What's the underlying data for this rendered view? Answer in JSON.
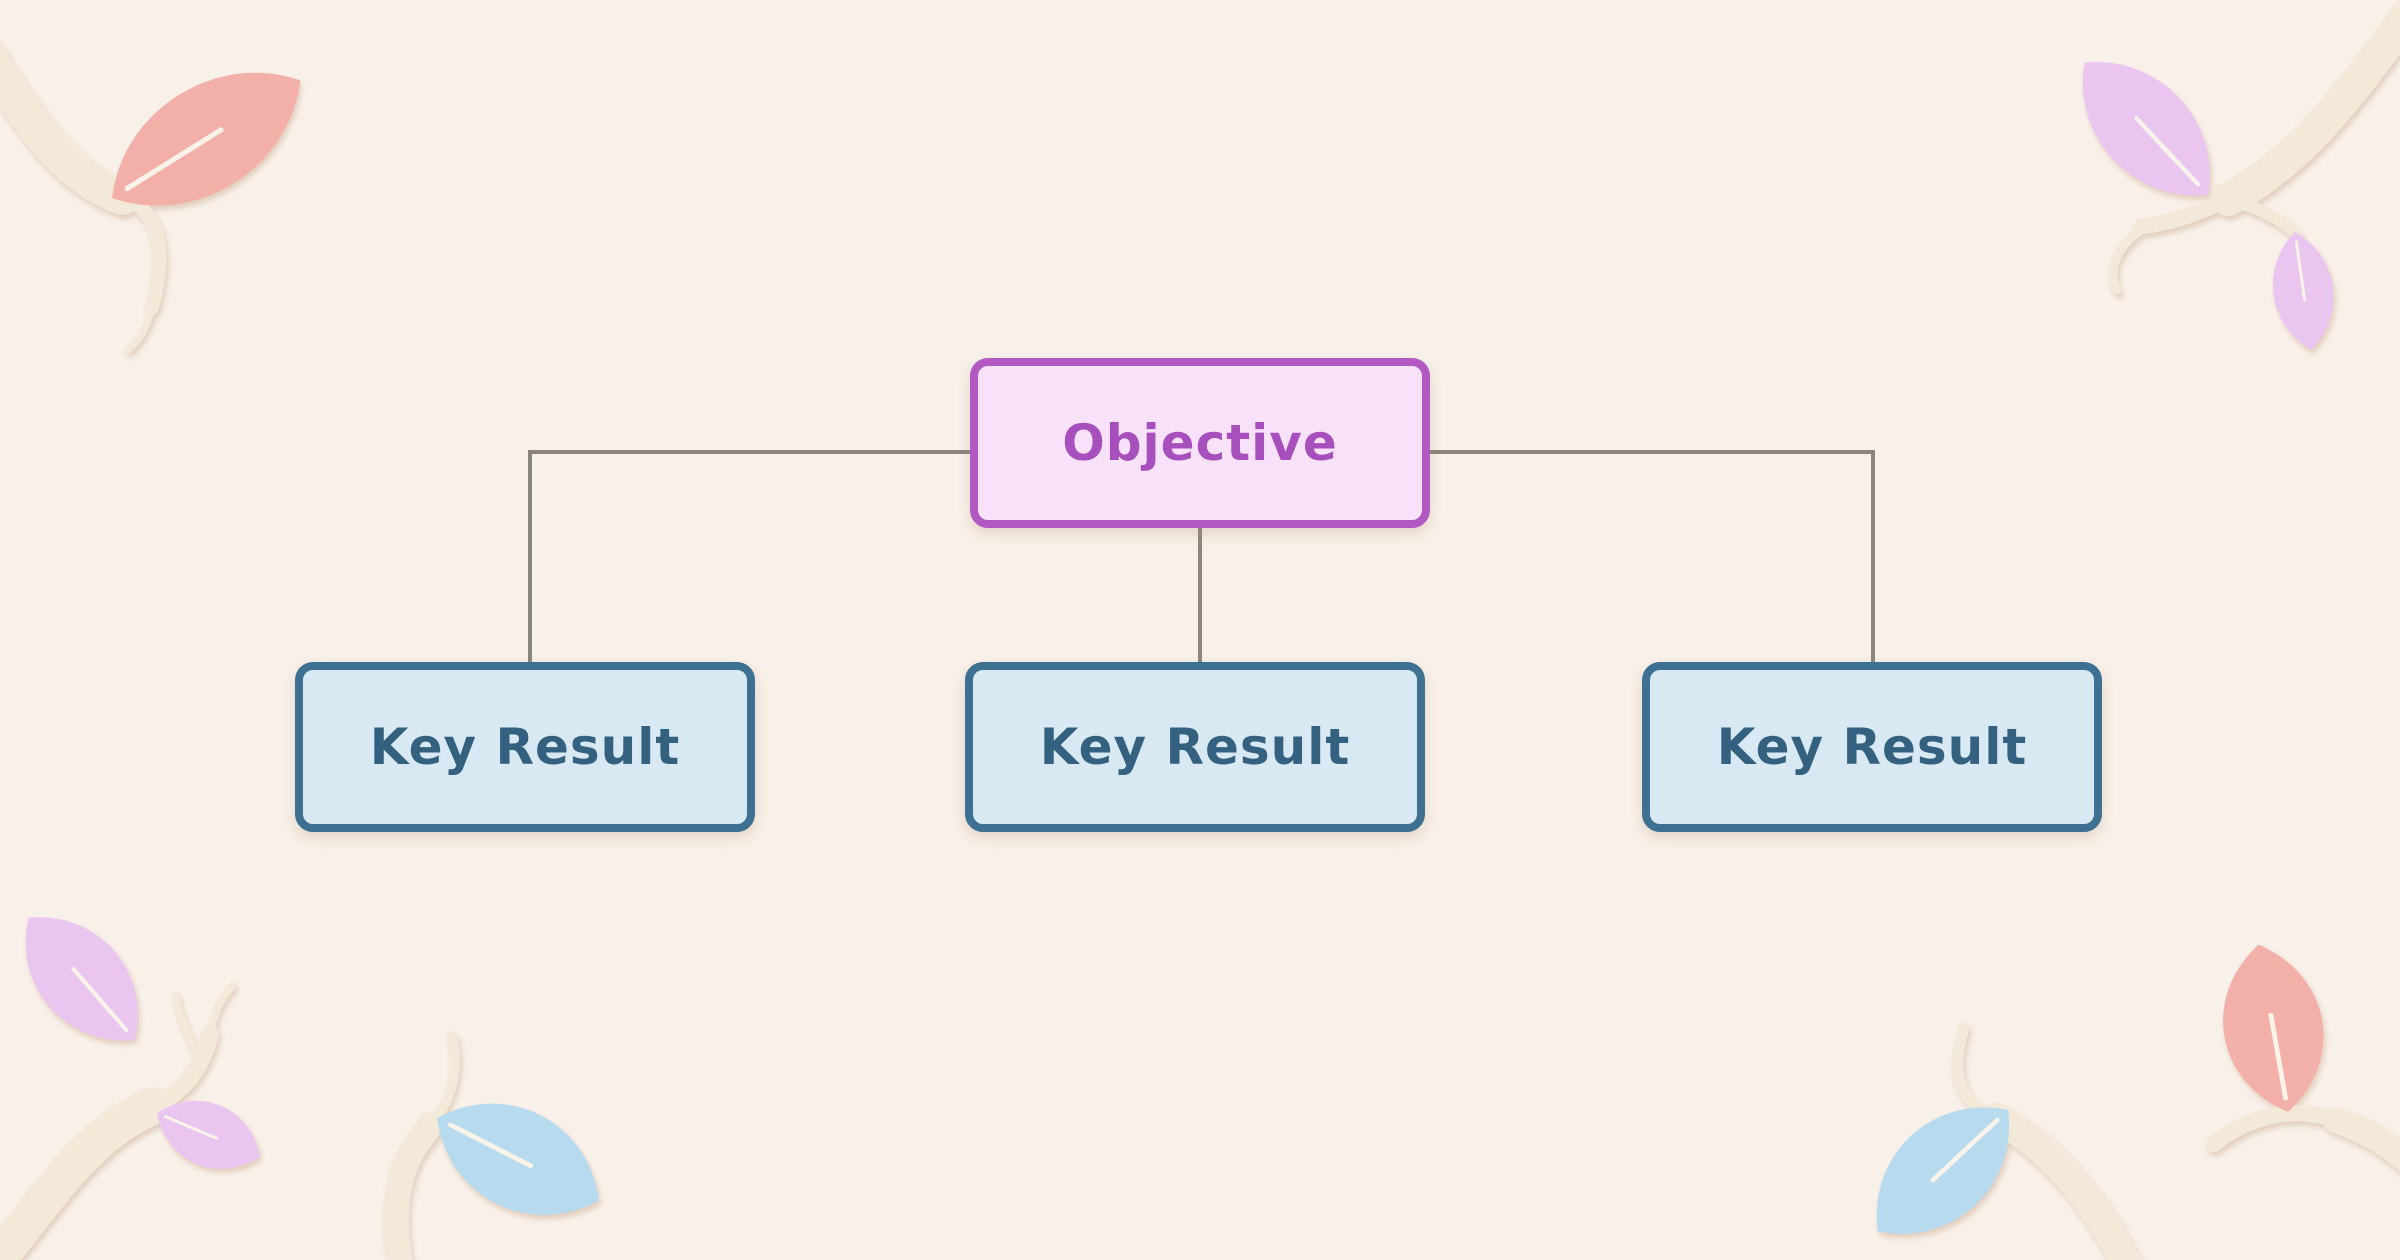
{
  "canvas": {
    "background": "#f8f1ea"
  },
  "diagram": {
    "connector_color": "#8a867d",
    "root": {
      "label": "Objective",
      "fill": "#f8e2fa",
      "border": "#b158c3",
      "text_color": "#a74fbc"
    },
    "children": [
      {
        "label": "Key Result",
        "fill": "#d9e9f4",
        "border": "#3e7191",
        "text_color": "#33617f"
      },
      {
        "label": "Key Result",
        "fill": "#d9e9f4",
        "border": "#3e7191",
        "text_color": "#33617f"
      },
      {
        "label": "Key Result",
        "fill": "#d9e9f4",
        "border": "#3e7191",
        "text_color": "#33617f"
      }
    ]
  },
  "decorations": {
    "branch_color": "#f2e9d9",
    "midrib_color": "#f9f3ea",
    "leaf_colors": {
      "salmon": "#f3b0a9",
      "lilac": "#e9c5f0",
      "blue": "#b8daee"
    }
  }
}
